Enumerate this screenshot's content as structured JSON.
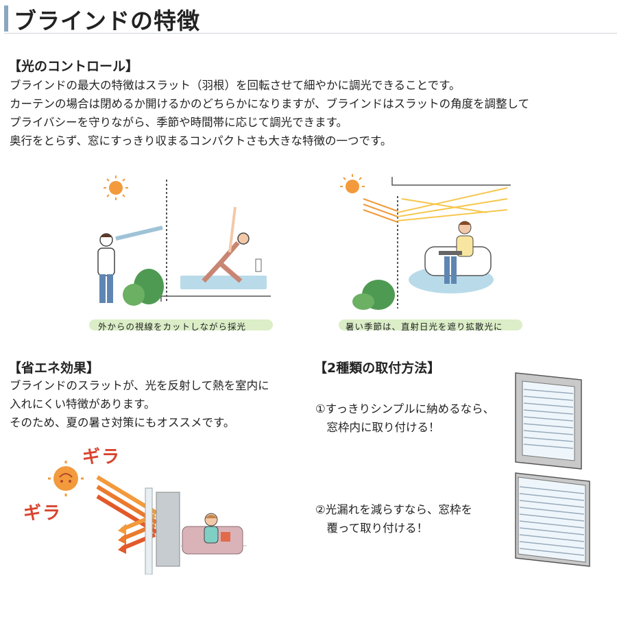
{
  "page_title": "ブラインドの特徴",
  "colors": {
    "accent": "#8aa6bf",
    "caption_band": "#dbeec7",
    "sun": "#f29a3c",
    "gira": "#d9442e",
    "floor_mat": "#b9dbe9"
  },
  "light_control": {
    "heading": "【光のコントロール】",
    "lines": [
      "ブラインドの最大の特徴はスラット（羽根）を回転させて細やかに調光できることです。",
      "カーテンの場合は閉めるか開けるかのどちらかになりますが、ブラインドはスラットの角度を調整して",
      "プライバシーを守りながら、季節や時間帯に応じて調光できます。",
      "奥行をとらず、窓にすっきり収まるコンパクトさも大きな特徴の一つです。"
    ],
    "captions": [
      "外からの視線をカットしながら採光",
      "暑い季節は、直射日光を遮り拡散光に"
    ]
  },
  "energy": {
    "heading": "【省エネ効果】",
    "lines": [
      "ブラインドのスラットが、光を反射して熱を室内に",
      "入れにくい特徴があります。",
      "そのため、夏の暑さ対策にもオススメです。"
    ],
    "gira_top": "ギラ",
    "gira_left": "ギラ"
  },
  "mounting": {
    "heading": "【2種類の取付方法】",
    "method1": [
      "①すっきりシンプルに納めるなら、",
      "　窓枠内に取り付ける！"
    ],
    "method2": [
      "②光漏れを減らすなら、窓枠を",
      "　覆って取り付ける！"
    ]
  }
}
